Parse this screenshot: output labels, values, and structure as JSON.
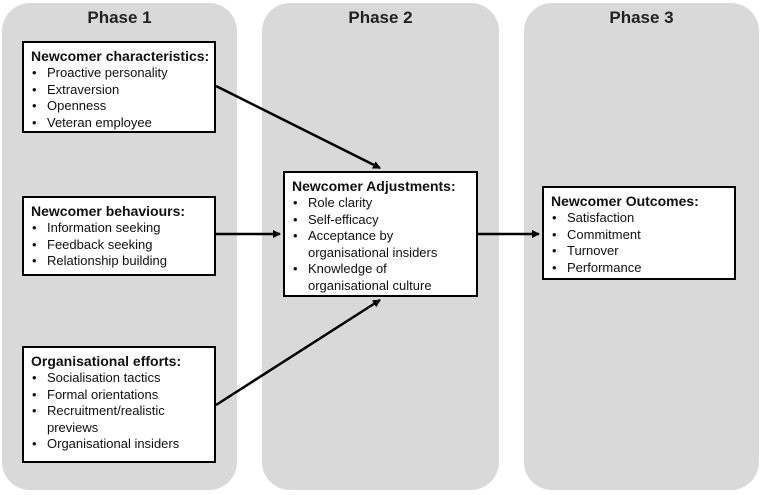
{
  "phases": [
    {
      "title": "Phase 1"
    },
    {
      "title": "Phase 2"
    },
    {
      "title": "Phase 3"
    }
  ],
  "boxes": {
    "characteristics": {
      "title": "Newcomer characteristics:",
      "items": [
        "Proactive personality",
        "Extraversion",
        "Openness",
        "Veteran employee"
      ]
    },
    "behaviours": {
      "title": "Newcomer behaviours:",
      "items": [
        "Information seeking",
        "Feedback seeking",
        "Relationship building"
      ]
    },
    "efforts": {
      "title": "Organisational efforts:",
      "items": [
        "Socialisation tactics",
        "Formal orientations",
        "Recruitment/realistic previews",
        "Organisational insiders"
      ]
    },
    "adjustments": {
      "title": "Newcomer Adjustments:",
      "items": [
        "Role clarity",
        "Self-efficacy",
        "Acceptance by organisational insiders",
        "Knowledge of organisational culture"
      ]
    },
    "outcomes": {
      "title": "Newcomer Outcomes:",
      "items": [
        "Satisfaction",
        "Commitment",
        "Turnover",
        "Performance"
      ]
    }
  },
  "colors": {
    "phase_background": "#d9d9d9",
    "box_border": "#000000",
    "arrow": "#000000"
  }
}
